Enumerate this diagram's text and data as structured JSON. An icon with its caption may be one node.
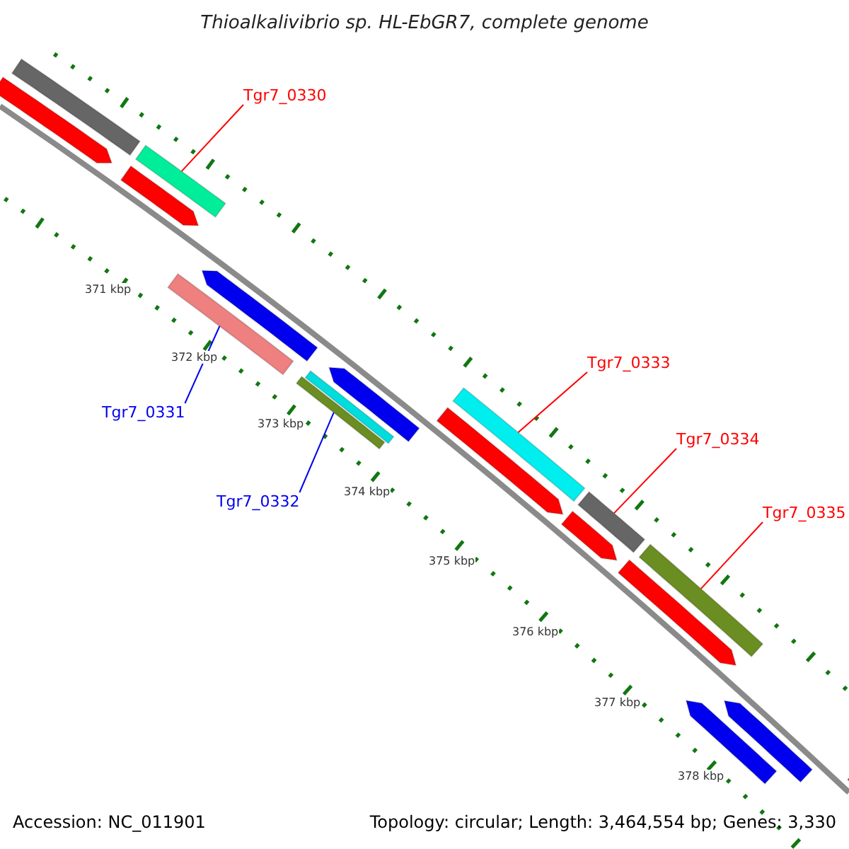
{
  "diagram": {
    "title": "Thioalkalivibrio sp. HL-EbGR7, complete genome",
    "nodes": [
      {
        "text": [
          "Tgr7_0330"
        ]
      },
      {
        "text": [],
        "shape": "bar"
      },
      {
        "text": [
          "Tgr7_0331"
        ]
      },
      {
        "text": [],
        "shape": "bar"
      },
      {
        "text": [
          "Tgr7_0332"
        ]
      },
      {
        "text": [],
        "shape": "bar"
      },
      {
        "text": [
          "Tgr7_0333"
        ]
      },
      {
        "text": [],
        "shape": "bar"
      },
      {
        "text": [
          "Tgr7_0334"
        ]
      },
      {
        "text": [],
        "shape": "bar"
      },
      {
        "text": [
          "Tgr7_0335"
        ]
      },
      {
        "text": [],
        "shape": "bar"
      }
    ],
    "edges": [
      {
        "from": 0,
        "to": 1,
        "arrow": "none"
      },
      {
        "from": 2,
        "to": 3,
        "arrow": "none",
        "color": "#0000ee"
      },
      {
        "from": 4,
        "to": 5,
        "arrow": "none",
        "color": "#0000ee"
      },
      {
        "from": 6,
        "to": 7,
        "arrow": "none"
      },
      {
        "from": 8,
        "to": 9,
        "arrow": "none"
      },
      {
        "from": 10,
        "to": 11,
        "arrow": "none"
      }
    ],
    "labels": [
      "371 kbp",
      "372 kbp",
      "373 kbp",
      "374 kbp",
      "375 kbp",
      "376 kbp",
      "377 kbp",
      "378 kbp",
      "Accession: NC_011901",
      "Topology: circular; Length: 3,464,554 bp; Genes: 3,330"
    ]
  }
}
